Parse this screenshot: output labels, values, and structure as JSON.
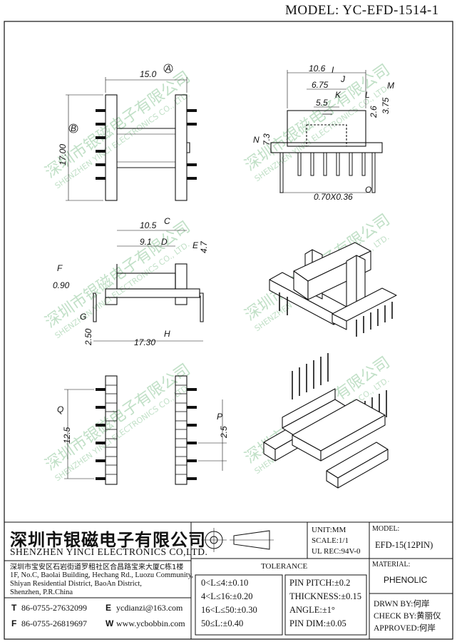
{
  "header": {
    "model_code": "MODEL: YC-EFD-1514-1"
  },
  "dimensions": {
    "top_left": {
      "width": "15.0",
      "width_tag": "A",
      "height": "17.00",
      "height_tag": "B"
    },
    "top_right": {
      "d1": "10.6",
      "t1": "I",
      "d2": "6.75",
      "t2": "J",
      "d3": "5.5",
      "t3": "K",
      "d4": "2.6",
      "t4": "L",
      "d5": "3.75",
      "t5": "M",
      "d6": "7.3",
      "t6": "N",
      "d7": "0.70X0.36",
      "t7": "O"
    },
    "middle_left": {
      "d1": "10.5",
      "t1": "C",
      "d2": "9.1",
      "t2": "D",
      "d3": "4.7",
      "t3": "E",
      "d4": "0.90",
      "t4": "F",
      "d5": "2.50",
      "t5": "G",
      "d6": "17.30",
      "t6": "H"
    },
    "bottom_left": {
      "d1": "12.5",
      "t1": "Q",
      "d2": "2.5",
      "t2": "P"
    }
  },
  "watermark": {
    "cn": "深圳市银磁电子有限公司",
    "en": "SHENZHEN YINCI ELECTRONICS CO., LTD."
  },
  "title_block": {
    "company_cn": "深圳市银磁电子有限公司",
    "company_en": "SHENZHEN YINCI ELECTRONICS CO,LTD.",
    "address_cn": "深圳市宝安区石岩街道罗租社区合昌路宝来大厦C栋1楼",
    "address_en_1": "1F, No.C, Baolai Building, Hechang Rd., Luozu Community,",
    "address_en_2": "Shiyan Residential District, BaoAn District,",
    "address_en_3": "Shenzhen, P.R.China",
    "tel_label": "T",
    "tel": "86-0755-27632099",
    "fax_label": "F",
    "fax": "86-0755-26819697",
    "email_label": "E",
    "email": "ycdianzi@163.com",
    "web_label": "W",
    "web": "www.ycbobbin.com",
    "unit": "UNIT:MM",
    "scale": "SCALE:1/1",
    "ul_rec": "UL REC:94V-0",
    "model_label": "MODEL:",
    "model_value": "EFD-15(12PIN)",
    "material_label": "MATERIAL:",
    "material_value": "PHENOLIC",
    "tolerance_title": "TOLERANCE",
    "tol_1": "0<L≤4:±0.10",
    "tol_2": "4<L≤16:±0.20",
    "tol_3": "16<L≤50:±0.30",
    "tol_4": "50≤L:±0.40",
    "tol_5": "PIN PITCH:±0.2",
    "tol_6": "THICKNESS:±0.15",
    "tol_7": "ANGLE:±1°",
    "tol_8": "PIN DIM:±0.05",
    "drwn_by": "DRWN BY:何岸",
    "check_by": "CHECK BY:黄丽仪",
    "approved": "APPROVED:何岸"
  }
}
